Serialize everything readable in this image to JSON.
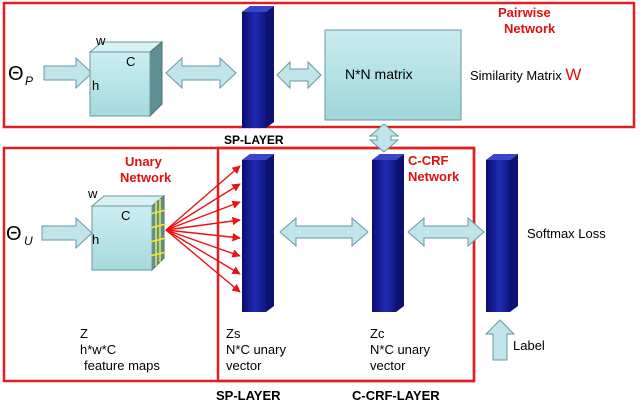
{
  "colors": {
    "frame": "#e02020",
    "layer_dark": "#0c0c6e",
    "layer_mid": "#1f2bb5",
    "layer_light": "#4a58e0",
    "cube_front": "#b9e6ea",
    "cube_side": "#5f8f95",
    "cube_top": "#d8f1f3",
    "arrow_fill": "#bfe4ea",
    "arrow_stroke": "#6a9aa0",
    "matrix_fill": "#a9dfe3",
    "red_text": "#dd1111",
    "fan_arrow": "#ee1111",
    "grid_yellow": "#f2e63a"
  },
  "pairwise": {
    "title_line1": "Pairwise",
    "title_line2": "Network",
    "theta": "Θ",
    "theta_sub": "P",
    "cube_w": "w",
    "cube_c": "C",
    "cube_h": "h",
    "matrix_label": "N*N matrix",
    "similarity_label": "Similarity Matrix ",
    "similarity_symbol": "W"
  },
  "unary": {
    "title_line1": "Unary",
    "title_line2": "Network",
    "theta": "Θ",
    "theta_sub": "U",
    "cube_w": "w",
    "cube_c": "C",
    "cube_h": "h",
    "z_line1": "Z",
    "z_line2": "h*w*C",
    "z_line3": "feature maps",
    "zs_line1": "Zs",
    "zs_line2": "N*C unary",
    "zs_line3": "vector",
    "zc_line1": "Zc",
    "zc_line2": "N*C unary",
    "zc_line3": "vector"
  },
  "ccrf": {
    "title_line1": "C-CRF",
    "title_line2": "Network"
  },
  "labels": {
    "sp_layer_top": "SP-LAYER",
    "sp_layer_bottom": "SP-LAYER",
    "ccrf_layer": "C-CRF-LAYER",
    "softmax": "Softmax Loss",
    "label": "Label"
  }
}
